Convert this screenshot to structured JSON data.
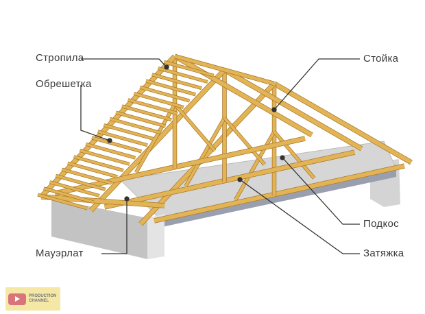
{
  "labels": {
    "rafters": "Стропила",
    "battens": "Обрешетка",
    "wall_plate": "Мауэрлат",
    "post": "Стойка",
    "strut": "Подкос",
    "tie_beam": "Затяжка"
  },
  "logo": {
    "line1": "PRODUCTION",
    "line2": "CHANNEL",
    "icon": "play-icon"
  },
  "colors": {
    "wood": "#e2b456",
    "wood_dark": "#a8782a",
    "wall": "#c9c9c9",
    "slab": "#dcdcdc",
    "leader": "#333333"
  }
}
